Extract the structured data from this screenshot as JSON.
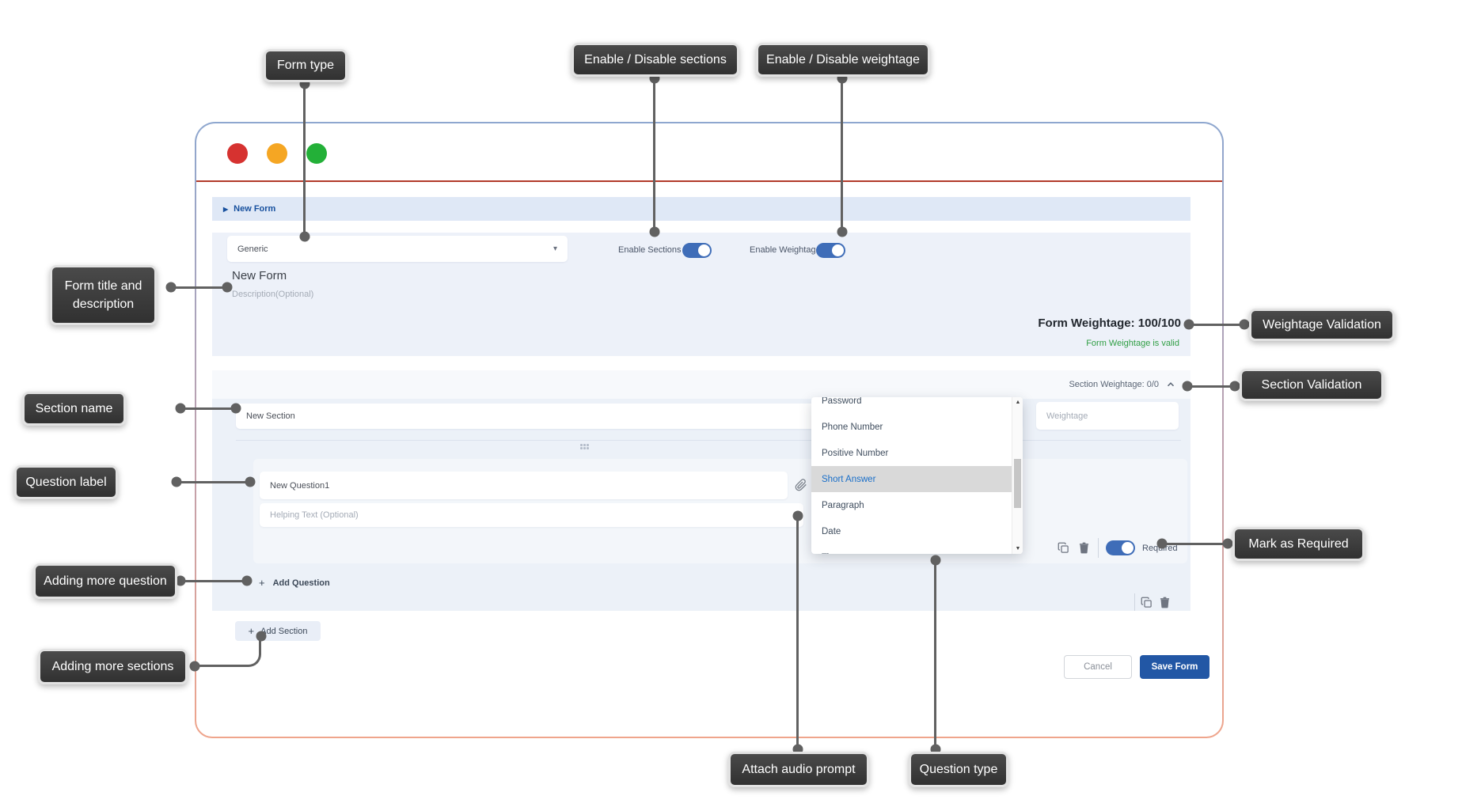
{
  "icons": {
    "breadcrumb_caret": "▶",
    "caret_down": "▾",
    "plus": "+",
    "scroll_up": "▲",
    "scroll_down": "▼"
  },
  "window": {
    "breadcrumb": "New Form",
    "form": {
      "type_value": "Generic",
      "enable_sections": "Enable Sections",
      "enable_weightage": "Enable Weightage",
      "title": "New Form",
      "description_placeholder": "Description(Optional)",
      "weightage_summary": "Form Weightage: 100/100",
      "weightage_valid": "Form Weightage is valid"
    },
    "section": {
      "weightage_summary": "Section Weightage: 0/0",
      "name": "New Section",
      "weightage_placeholder": "Weightage",
      "question": {
        "label": "New Question1",
        "helping_placeholder": "Helping Text (Optional)",
        "required": "Required"
      },
      "add_question": "Add Question"
    },
    "add_section": "Add Section",
    "actions": {
      "cancel": "Cancel",
      "save": "Save Form"
    }
  },
  "question_type_menu": {
    "items": [
      "Password",
      "Phone Number",
      "Positive Number",
      "Short Answer",
      "Paragraph",
      "Date",
      "Time"
    ],
    "selected": "Short Answer"
  },
  "callouts": {
    "form_type": "Form type",
    "enable_disable_sections": "Enable / Disable sections",
    "enable_disable_weightage": "Enable / Disable weightage",
    "form_title_and_description": "Form title and description",
    "weightage_validation": "Weightage Validation",
    "section_validation": "Section Validation",
    "section_name": "Section name",
    "question_label": "Question label",
    "mark_as_required": "Mark as Required",
    "adding_more_question": "Adding more question",
    "adding_more_sections": "Adding more sections",
    "attach_audio_prompt": "Attach audio prompt",
    "question_type": "Question type"
  },
  "colors": {
    "accent_blue": "#2257a5",
    "toggle_blue": "#3f6db8",
    "valid_green": "#2f9e44",
    "selected_item_blue": "#1a6fc9",
    "callout_bg": "#3b3b3b",
    "connector": "#616161",
    "traffic_red": "#d63230",
    "traffic_orange": "#f5a623",
    "traffic_green": "#23b038",
    "titlebar_line_red": "#b23b2a"
  }
}
